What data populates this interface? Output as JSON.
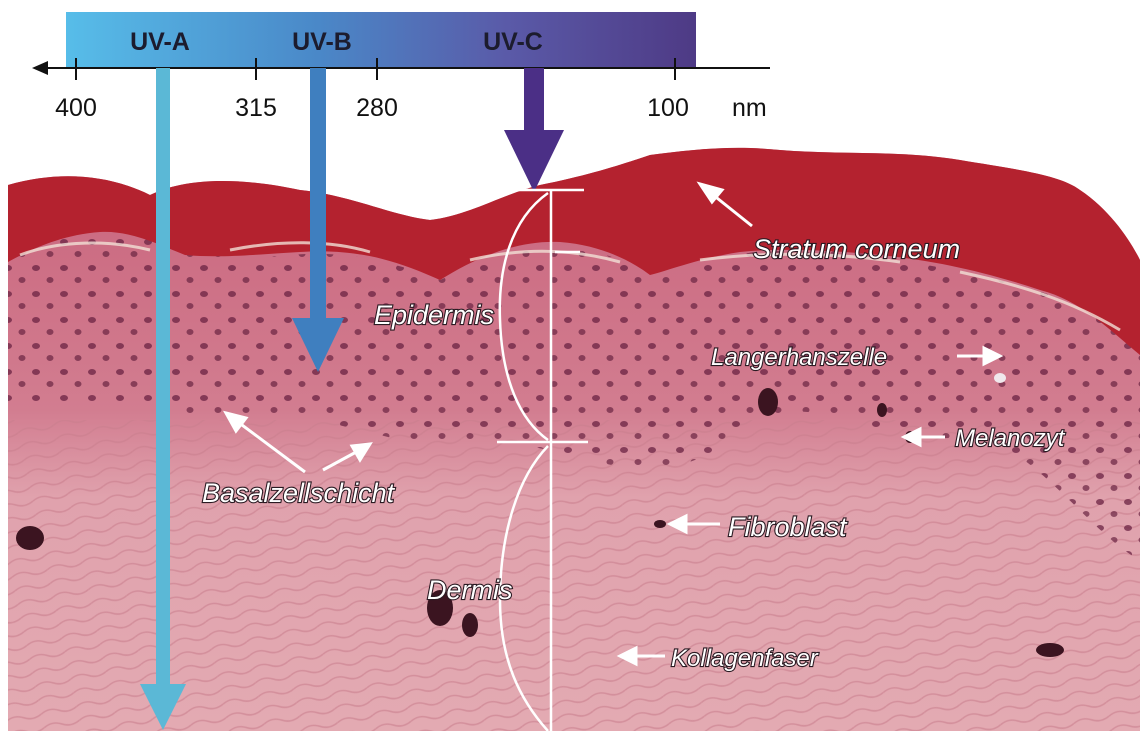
{
  "spectrum": {
    "bands": [
      "UV-A",
      "UV-B",
      "UV-C"
    ],
    "ticks": [
      "400",
      "315",
      "280",
      "100"
    ],
    "unit": "nm",
    "gradient_colors": [
      "#57bde9",
      "#4a88c8",
      "#5a5aa8",
      "#4e3a85"
    ]
  },
  "arrows": {
    "uva_color": "#5bb8d6",
    "uvb_color": "#3f7fbf",
    "uvc_color": "#4b2f86"
  },
  "labels": {
    "stratum_corneum": "Stratum corneum",
    "langerhanszelle": "Langerhanszelle",
    "melanozyt": "Melanozyt",
    "epidermis": "Epidermis",
    "basalzellschicht": "Basalzellschicht",
    "fibroblast": "Fibroblast",
    "dermis": "Dermis",
    "kollagenfaser": "Kollagenfaser"
  },
  "tissue_colors": {
    "corneum": "#b4222f",
    "epidermis": "#c9647c",
    "dermis": "#e3a2ad",
    "nuclei": "#5a1f3a"
  }
}
